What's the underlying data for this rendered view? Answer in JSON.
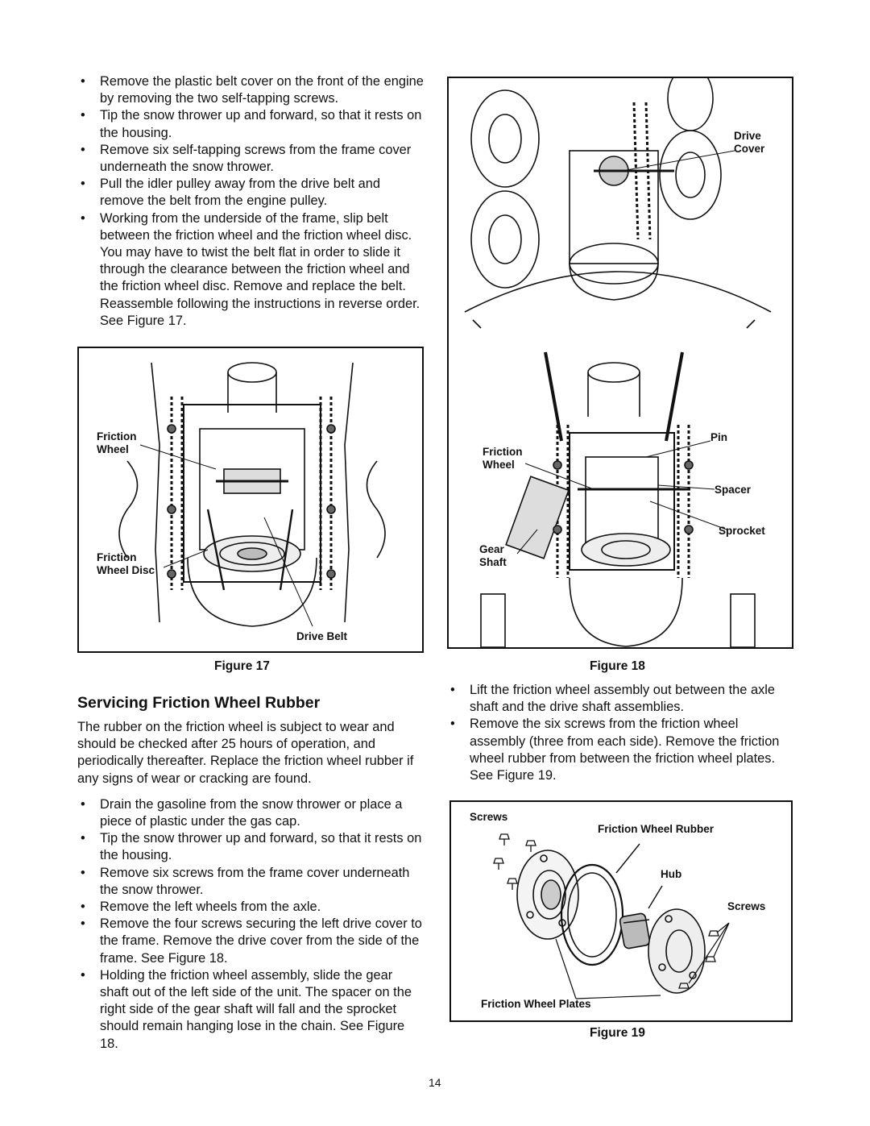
{
  "left_top_bullets": [
    "Remove the plastic belt cover on the front of the engine by removing the two self-tapping screws.",
    "Tip the snow thrower up and forward, so that it rests on the housing.",
    "Remove six self-tapping screws from the frame cover underneath the snow thrower.",
    "Pull the idler pulley away from the drive belt and remove the belt from the engine pulley.",
    "Working from the underside of the frame, slip belt between the friction wheel and the friction wheel disc. You may have to twist the belt flat in order to slide it through the clearance between the friction wheel and the friction wheel disc. Remove and replace the belt. Reassemble following the instructions in reverse order. See Figure 17."
  ],
  "fig17": {
    "caption": "Figure 17",
    "labels": {
      "friction_wheel": "Friction\nWheel",
      "friction_wheel_disc": "Friction\nWheel Disc",
      "drive_belt": "Drive Belt"
    }
  },
  "fig18": {
    "caption": "Figure 18",
    "labels": {
      "drive_cover": "Drive\nCover",
      "pin": "Pin",
      "friction_wheel": "Friction\nWheel",
      "spacer": "Spacer",
      "sprocket": "Sprocket",
      "gear_shaft": "Gear\nShaft"
    }
  },
  "section": {
    "heading": "Servicing Friction Wheel Rubber",
    "intro": "The rubber on the friction wheel is subject to wear and should be checked after 25 hours of operation, and periodically thereafter. Replace the friction wheel rubber if any signs of wear or cracking are found.",
    "bullets": [
      "Drain the gasoline from the snow thrower or place a piece of plastic under the gas cap.",
      "Tip the snow thrower up and forward, so that it rests on the housing.",
      "Remove six screws from the frame cover underneath the snow thrower.",
      "Remove the left wheels from the axle.",
      "Remove the four screws securing the left drive cover to the frame. Remove the drive cover from the side of the frame. See Figure 18.",
      "Holding the friction wheel assembly, slide the gear shaft out of the left side of the unit. The spacer on the right side of the gear shaft will fall and the sprocket should remain hanging lose in the chain. See Figure 18."
    ]
  },
  "right_bullets": [
    "Lift the friction wheel assembly out between the axle shaft and the drive shaft assemblies.",
    "Remove the six screws from the friction wheel assembly (three from each side). Remove the friction wheel rubber from between the friction wheel plates. See Figure 19."
  ],
  "fig19": {
    "caption": "Figure 19",
    "labels": {
      "screws_left": "Screws",
      "friction_wheel_rubber": "Friction Wheel Rubber",
      "hub": "Hub",
      "screws_right": "Screws",
      "friction_wheel_plates": "Friction Wheel Plates"
    }
  },
  "page_number": "14"
}
